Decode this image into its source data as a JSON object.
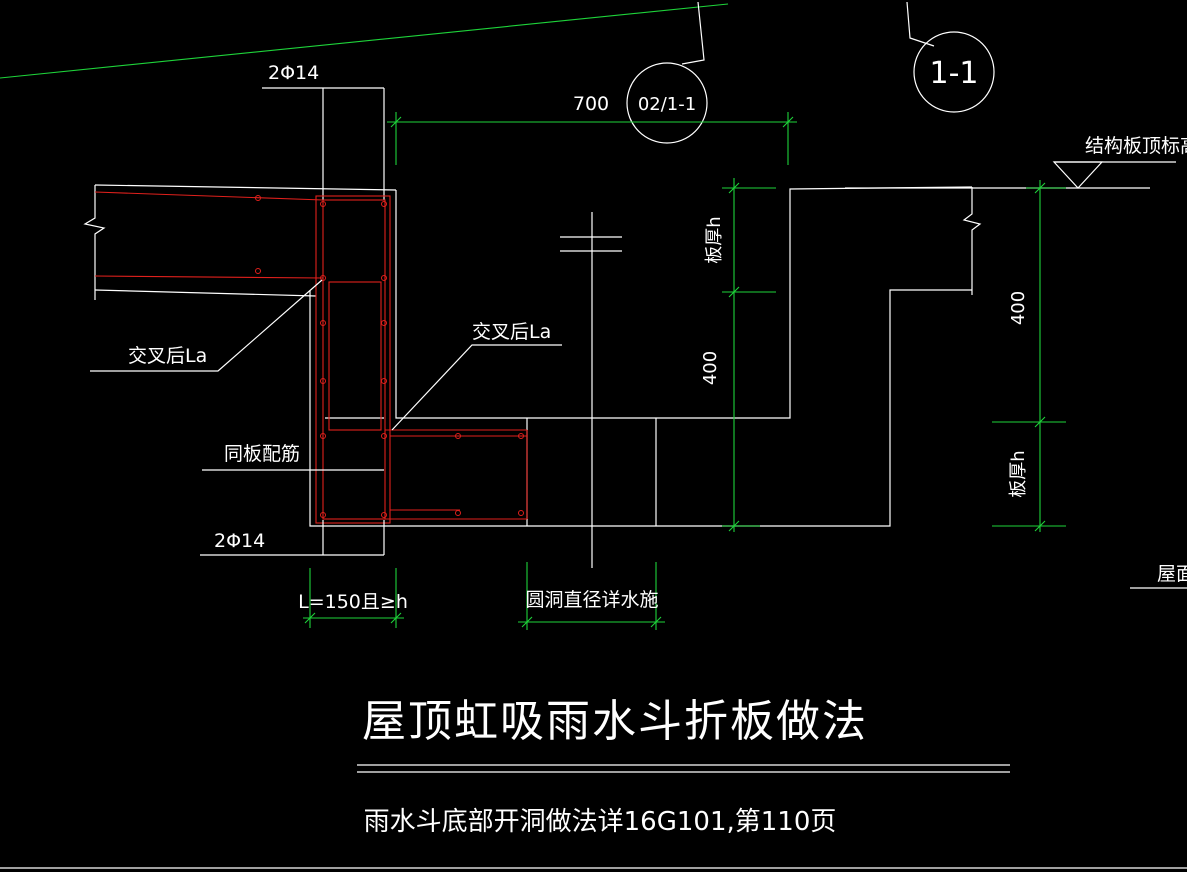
{
  "drawing": {
    "title": "屋顶虹吸雨水斗折板做法",
    "subtitle": "雨水斗底部开洞做法详16G101,第110页",
    "colors": {
      "background": "#000000",
      "linework": "#ffffff",
      "rebar": "#e0201c",
      "dimension": "#1ed33a"
    }
  },
  "callouts": {
    "section_ref_small": "02/1-1",
    "section_ref_large": "1-1"
  },
  "dimensions": {
    "top_width": "700",
    "drop_height_left": "400",
    "drop_height_right": "400",
    "slab_thickness_upper": "板厚h",
    "slab_thickness_lower": "板厚h",
    "anchor_length": "L=150且≥h",
    "hole_diameter": "圆洞直径详水施"
  },
  "labels": {
    "rebar_top": "2Φ14",
    "rebar_bottom": "2Φ14",
    "lap_left": "交叉后La",
    "lap_right": "交叉后La",
    "same_as_slab": "同板配筋",
    "structural_top_elevation": "结构板顶标高",
    "roof_partial": "屋面"
  }
}
